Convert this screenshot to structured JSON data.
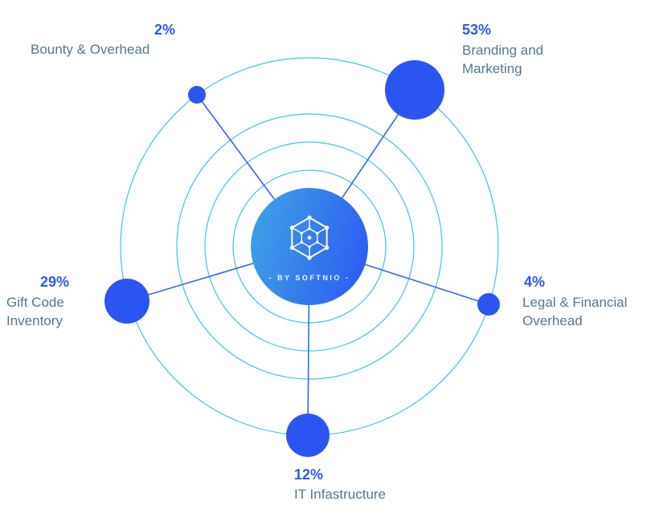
{
  "chart_data": {
    "type": "pie",
    "title": "",
    "categories": [
      "Branding and Marketing",
      "Gift Code Inventory",
      "IT Infastructure",
      "Legal & Financial Overhead",
      "Bounty & Overhead"
    ],
    "values": [
      53,
      29,
      12,
      4,
      2
    ],
    "unit": "%",
    "legend_position": "labels-around-radial-nodes",
    "layout": "radial node web with concentric orbit rings and center logo"
  },
  "center": {
    "caption": "- BY SOFTNIO -",
    "icon": "network-hexagon-icon"
  },
  "nodes": [
    {
      "id": "bounty-overhead",
      "percent": "2%",
      "label": "Bounty & Overhead"
    },
    {
      "id": "branding-marketing",
      "percent": "53%",
      "label": "Branding and Marketing"
    },
    {
      "id": "legal-financial",
      "percent": "4%",
      "label": "Legal & Financial Overhead"
    },
    {
      "id": "it-infrastructure",
      "percent": "12%",
      "label": "IT Infastructure"
    },
    {
      "id": "gift-code-inventory",
      "percent": "29%",
      "label": "Gift Code Inventory"
    }
  ],
  "colors": {
    "node_blue": "#2b55f0",
    "ring_cyan": "#46bfee",
    "spoke_blue": "#2e68f2",
    "percent_blue": "#2b58f5",
    "label_slate": "#54788e",
    "center_gradient_start": "#41a5e5",
    "center_gradient_end": "#2b57f3"
  }
}
